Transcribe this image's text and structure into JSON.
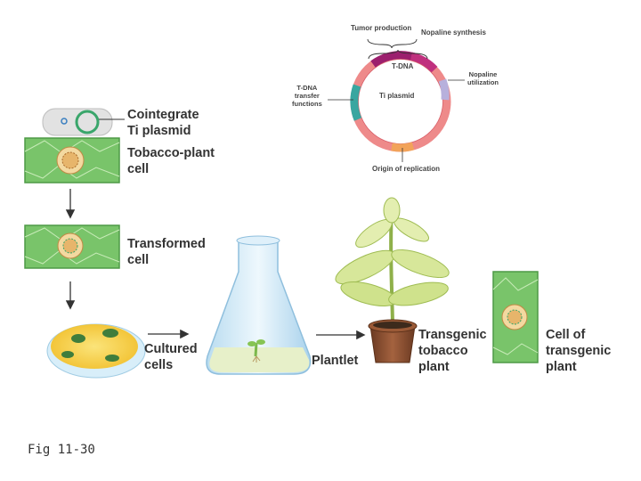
{
  "figure_caption": "Fig 11-30",
  "plasmid": {
    "tumor_production": "Tumor production",
    "nopaline_synthesis": "Nopaline synthesis",
    "t_dna": "T-DNA",
    "ti_plasmid": "Ti plasmid",
    "nopaline_utilization_1": "Nopaline",
    "nopaline_utilization_2": "utilization",
    "transfer_functions_1": "T-DNA",
    "transfer_functions_2": "transfer",
    "transfer_functions_3": "functions",
    "origin": "Origin of replication"
  },
  "steps": {
    "cointegrate_1": "Cointegrate",
    "cointegrate_2": "Ti plasmid",
    "tobacco_cell_1": "Tobacco-plant",
    "tobacco_cell_2": "cell",
    "transformed_1": "Transformed",
    "transformed_2": "cell",
    "cultured_1": "Cultured",
    "cultured_2": "cells",
    "plantlet": "Plantlet",
    "transgenic_plant_1": "Transgenic",
    "transgenic_plant_2": "tobacco",
    "transgenic_plant_3": "plant",
    "cell_transgenic_1": "Cell of",
    "cell_transgenic_2": "transgenic",
    "cell_transgenic_3": "plant"
  },
  "colors": {
    "plasmid_ring": "#ee8a8a",
    "t_dna_segment": "#9c1f6e",
    "transfer_segment": "#3aa6a0",
    "utilization_segment": "#b7b0dc",
    "origin_segment": "#f2a35a",
    "cell_green": "#79c46a",
    "nucleus": "#f3d9a0",
    "medium": "#f6d24a",
    "leaf": "#d7e79a",
    "pot": "#8b4f33"
  }
}
